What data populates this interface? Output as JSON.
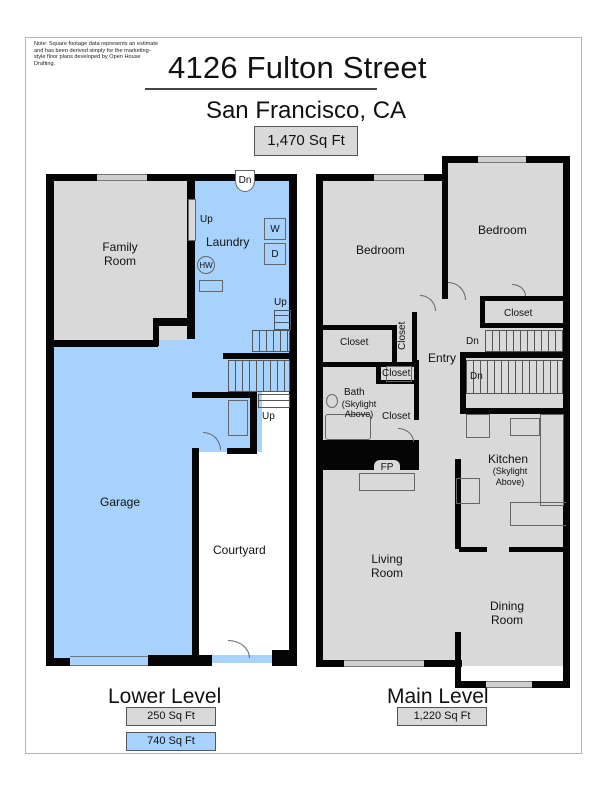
{
  "note": "Note: Square footage data represents an estimate and has been derived simply for the marketing-style floor plans developed by Open House Drafting.",
  "header": {
    "title": "4126 Fulton Street",
    "subtitle": "San Francisco, CA",
    "total_sqft": "1,470 Sq Ft"
  },
  "colors": {
    "finished_fill": "#d9d9d9",
    "unfinished_fill": "#a7d2fd",
    "wall": "#050505"
  },
  "lower_level": {
    "label": "Lower Level",
    "finished_sqft": "250 Sq Ft",
    "unfinished_sqft": "740 Sq Ft",
    "rooms": {
      "family_room": "Family Room",
      "laundry": "Laundry",
      "garage": "Garage",
      "courtyard": "Courtyard"
    },
    "fixtures": {
      "washer": "W",
      "dryer": "D",
      "water_heater": "HW",
      "stair_dn": "Dn",
      "stair_up_1": "Up",
      "stair_up_2": "Up",
      "stair_up_3": "Up"
    }
  },
  "main_level": {
    "label": "Main Level",
    "sqft": "1,220 Sq Ft",
    "rooms": {
      "bedroom_1": "Bedroom",
      "bedroom_2": "Bedroom",
      "closet_bed2": "Closet",
      "closet_a": "Closet",
      "closet_b": "Closet",
      "closet_entry": "Closet",
      "closet_hall": "Closet",
      "entry": "Entry",
      "bath": "Bath",
      "bath_note": "(Skylight Above)",
      "kitchen": "Kitchen",
      "kitchen_note": "(Skylight Above)",
      "living_room": "Living Room",
      "dining_room": "Dining Room",
      "fireplace": "FP"
    },
    "fixtures": {
      "stair_dn_1": "Dn",
      "stair_dn_2": "Dn"
    }
  }
}
